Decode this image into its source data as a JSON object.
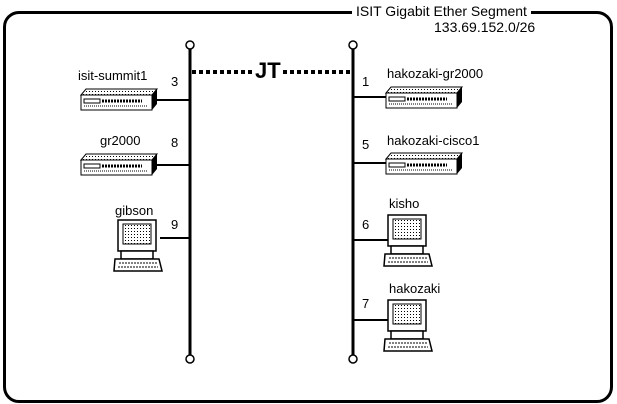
{
  "segment": {
    "title": "ISIT Gigabit Ether Segment",
    "subnet": "133.69.152.0/26"
  },
  "link_label": "JT",
  "left_nodes": [
    {
      "name": "isit-summit1",
      "port": "3",
      "kind": "switch"
    },
    {
      "name": "gr2000",
      "port": "8",
      "kind": "switch"
    },
    {
      "name": "gibson",
      "port": "9",
      "kind": "computer"
    }
  ],
  "right_nodes": [
    {
      "name": "hakozaki-gr2000",
      "port": "1",
      "kind": "switch"
    },
    {
      "name": "hakozaki-cisco1",
      "port": "5",
      "kind": "switch"
    },
    {
      "name": "kisho",
      "port": "6",
      "kind": "computer"
    },
    {
      "name": "hakozaki",
      "port": "7",
      "kind": "computer"
    }
  ]
}
